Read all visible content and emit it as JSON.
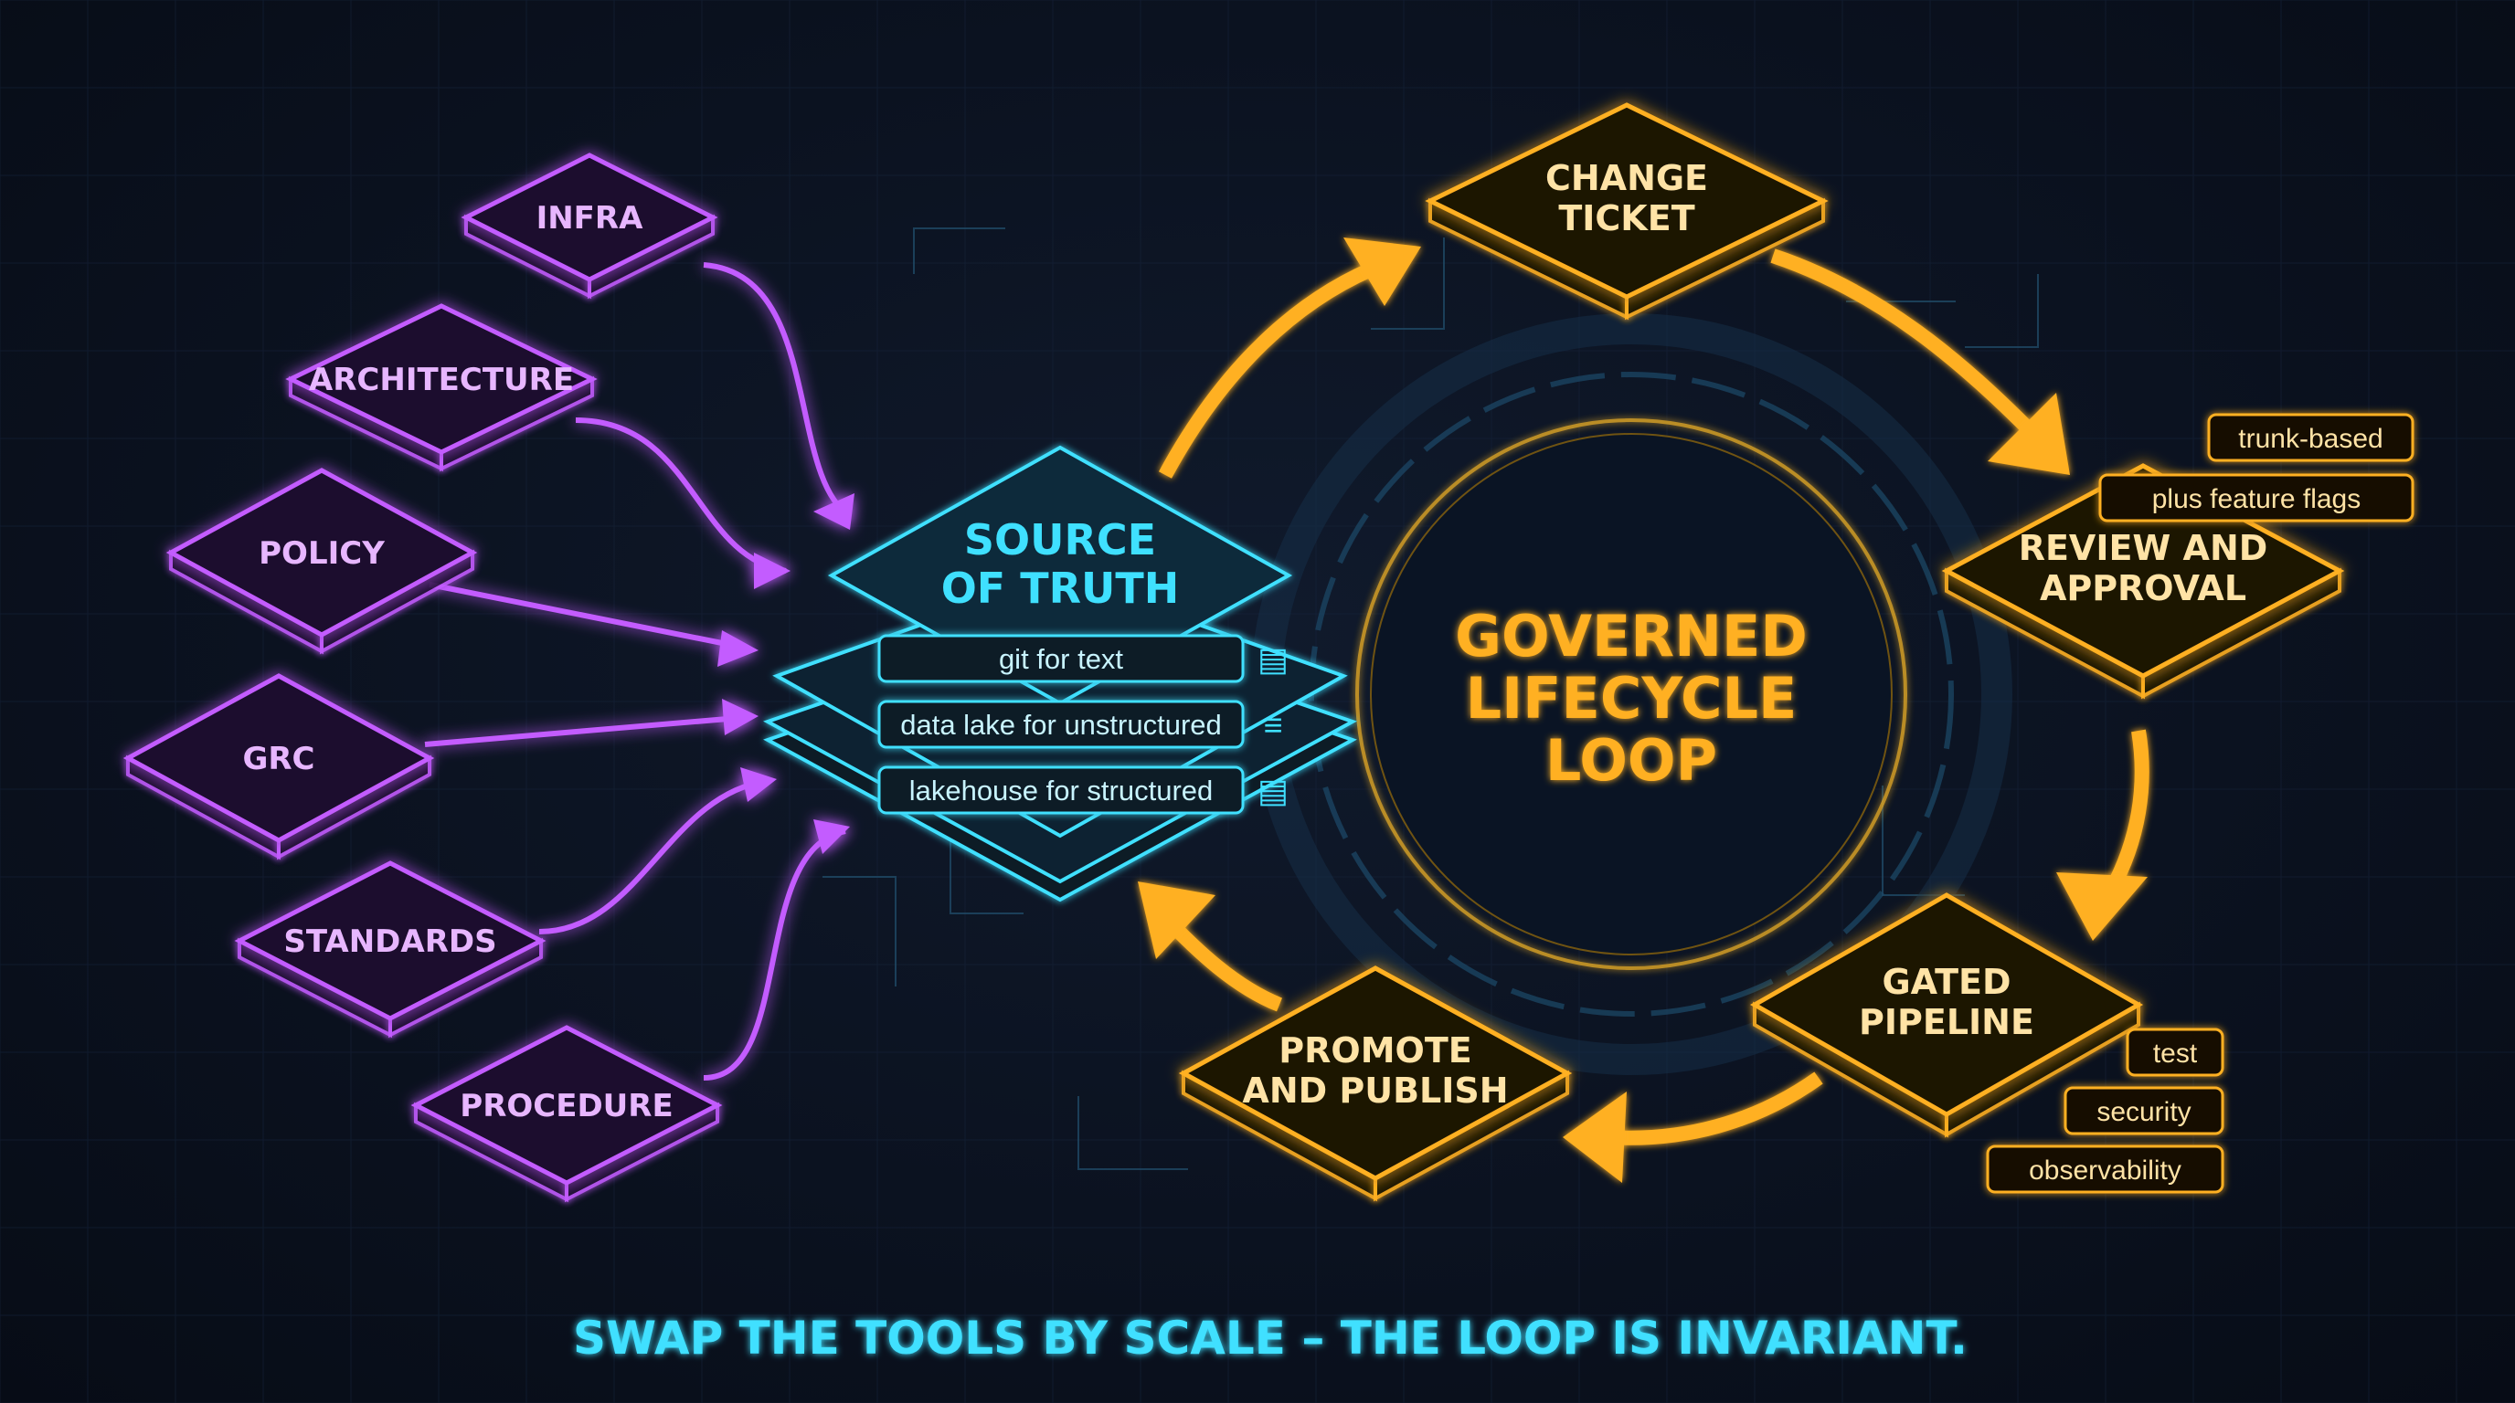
{
  "inputs": [
    "INFRA",
    "ARCHITECTURE",
    "POLICY",
    "GRC",
    "STANDARDS",
    "PROCEDURE"
  ],
  "source_of_truth": {
    "title_line1": "SOURCE",
    "title_line2": "OF TRUTH",
    "stores": [
      "git for text",
      "data lake for unstructured",
      "lakehouse for structured"
    ]
  },
  "loop": {
    "title_line1": "GOVERNED",
    "title_line2": "LIFECYCLE",
    "title_line3": "LOOP",
    "change_ticket": {
      "line1": "CHANGE",
      "line2": "TICKET"
    },
    "review": {
      "line1": "REVIEW AND",
      "line2": "APPROVAL",
      "tags": [
        "trunk-based",
        "plus feature flags"
      ]
    },
    "pipeline": {
      "line1": "GATED",
      "line2": "PIPELINE",
      "tags": [
        "test",
        "security",
        "observability"
      ]
    },
    "promote": {
      "line1": "PROMOTE",
      "line2": "AND PUBLISH"
    }
  },
  "footer": "SWAP THE TOOLS BY SCALE – THE LOOP IS INVARIANT.",
  "colors": {
    "purple": "#c35cff",
    "cyan": "#3fe0ff",
    "gold": "#ffb020",
    "background": "#0b1220"
  },
  "icons": [
    "document-icon",
    "database-icon",
    "document-icon"
  ]
}
